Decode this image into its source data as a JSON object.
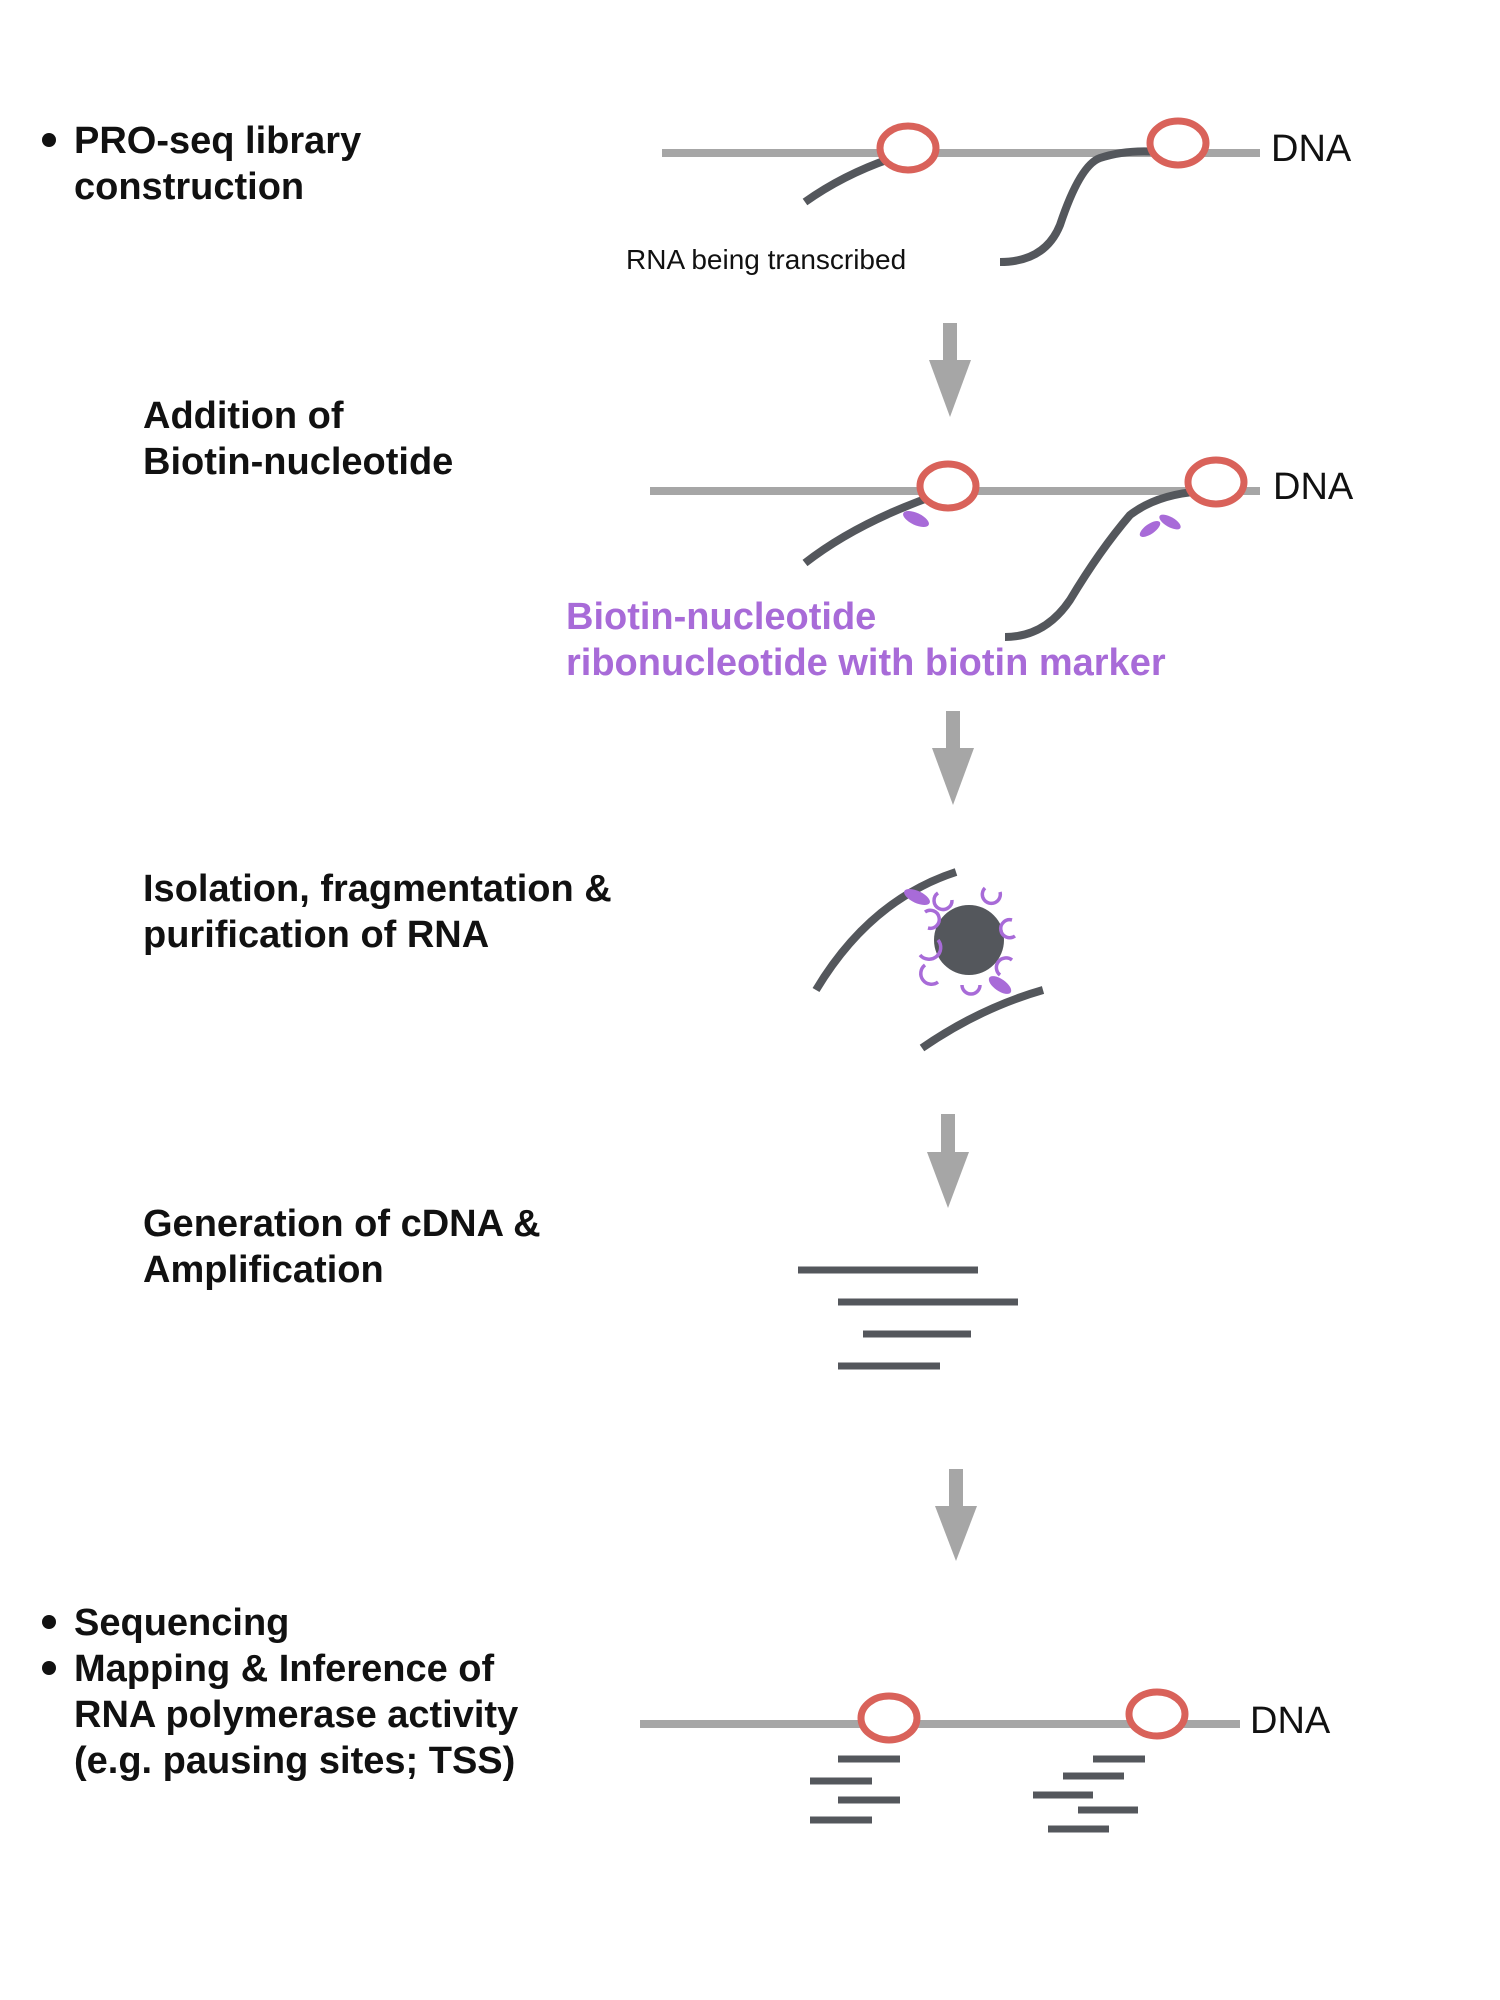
{
  "steps": {
    "step1": {
      "bullet": "PRO-seq library",
      "line2": "construction"
    },
    "step2": {
      "line1": "Addition of",
      "line2": "Biotin-nucleotide"
    },
    "step3": {
      "line1": "Isolation, fragmentation &",
      "line2": "purification of RNA"
    },
    "step4": {
      "line1": "Generation of cDNA &",
      "line2": "Amplification"
    },
    "step5": {
      "bullet1": "Sequencing",
      "bullet2": "Mapping & Inference of",
      "line3": "RNA polymerase activity",
      "line4": "(e.g. pausing sites; TSS)"
    }
  },
  "labels": {
    "dna": "DNA",
    "rna_transcribed": "RNA being transcribed",
    "biotin_line1": "Biotin-nucleotide",
    "biotin_line2": "ribonucleotide with biotin marker"
  },
  "colors": {
    "dna_strand": "#a6a6a6",
    "rna_strand": "#54575c",
    "polymerase": "#d9625a",
    "biotin": "#a86bd8",
    "arrow": "#a6a6a6",
    "text": "#111111"
  }
}
